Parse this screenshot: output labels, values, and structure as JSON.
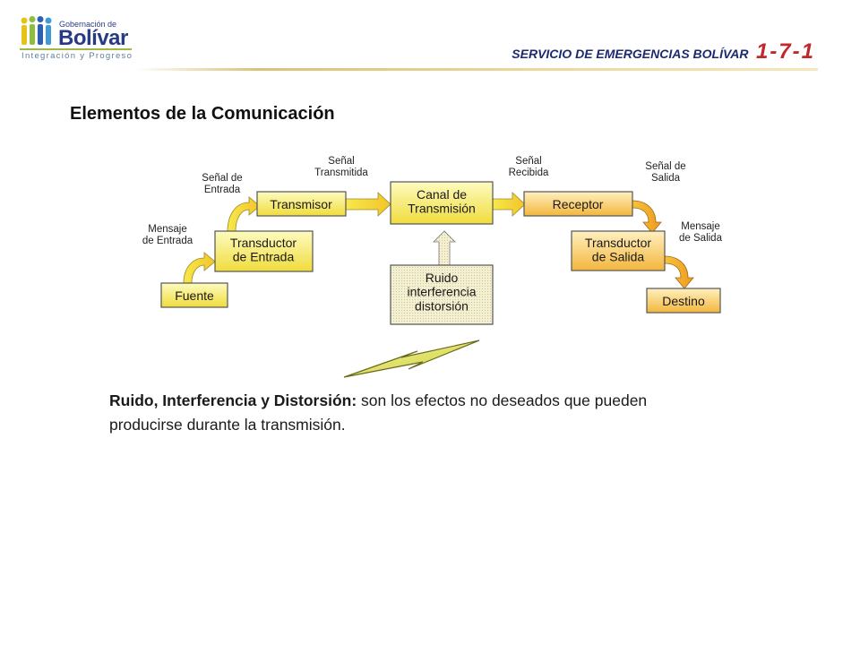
{
  "header": {
    "logo_small": "Gobernación de",
    "logo_big": "Bolívar",
    "logo_tagline": "Integración y Progreso",
    "service_text": "SERVICIO DE EMERGENCIAS BOLÍVAR",
    "service_number": "1-7-1"
  },
  "slide_title": "Elementos de la Comunicación",
  "diagram": {
    "boxes": {
      "fuente": [
        "Fuente"
      ],
      "transductor_entrada": [
        "Transductor",
        "de Entrada"
      ],
      "transmisor": [
        "Transmisor"
      ],
      "canal": [
        "Canal de",
        "Transmisión"
      ],
      "receptor": [
        "Receptor"
      ],
      "transductor_salida": [
        "Transductor",
        "de Salida"
      ],
      "destino": [
        "Destino"
      ],
      "ruido": [
        "Ruido",
        "interferencia",
        "distorsión"
      ]
    },
    "labels": {
      "mensaje_entrada": [
        "Mensaje",
        "de Entrada"
      ],
      "senal_entrada": [
        "Señal de",
        "Entrada"
      ],
      "senal_transmitida": [
        "Señal",
        "Transmitida"
      ],
      "senal_recibida": [
        "Señal",
        "Recibida"
      ],
      "senal_salida": [
        "Señal de",
        "Salida"
      ],
      "mensaje_salida": [
        "Mensaje",
        "de Salida"
      ]
    }
  },
  "description": {
    "bold": "Ruido, Interferencia y Distorsión:",
    "text": " son los efectos no deseados que pueden producirse durante la transmisión."
  }
}
